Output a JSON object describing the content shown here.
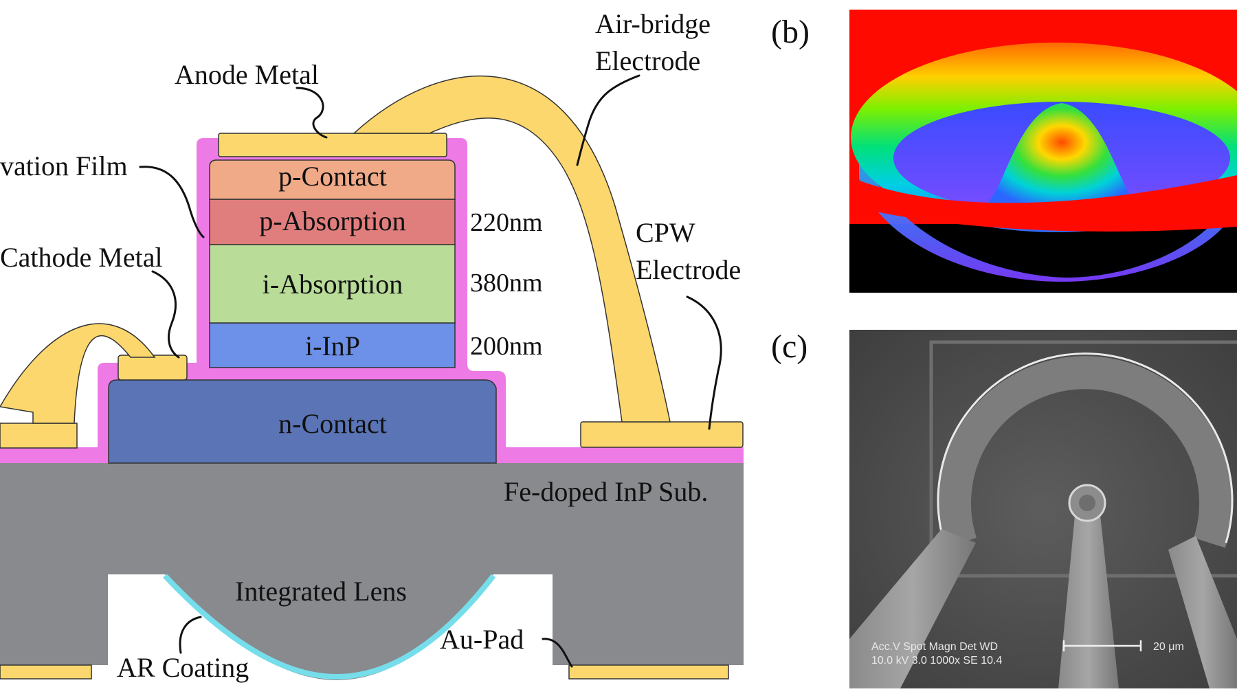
{
  "panel_a": {
    "callouts": {
      "anode_metal": "Anode Metal",
      "passivation_film": "vation Film",
      "cathode_metal": "Cathode Metal",
      "air_bridge_line1": "Air-bridge",
      "air_bridge_line2": "Electrode",
      "cpw_line1": "CPW",
      "cpw_line2": "Electrode",
      "integrated_lens": "Integrated Lens",
      "ar_coating": "AR Coating",
      "au_pad": "Au-Pad",
      "substrate": "Fe-doped InP Sub."
    },
    "layers": {
      "p_contact": "p-Contact",
      "p_absorption": "p-Absorption",
      "i_absorption": "i-Absorption",
      "i_inp": "i-InP",
      "n_contact": "n-Contact"
    },
    "thicknesses": {
      "p_absorption": "220nm",
      "i_absorption": "380nm",
      "i_inp": "200nm"
    },
    "colors": {
      "metal": "#fbd76e",
      "passivation": "#ee7ae6",
      "p_contact": "#f0aa88",
      "p_absorption": "#e07d7d",
      "i_absorption": "#b9dc99",
      "i_inp": "#6d90e8",
      "n_contact": "#5a74b6",
      "substrate": "#888a8e",
      "ar_coating": "#76ddea"
    }
  },
  "panel_b": {
    "label": "(b)"
  },
  "panel_c": {
    "label": "(c)",
    "sem_info": {
      "row1": "Acc.V   Spot Magn     Det  WD",
      "row2": "10.0 kV 3.0   1000x     SE   10.4",
      "scale": "20 μm"
    }
  }
}
